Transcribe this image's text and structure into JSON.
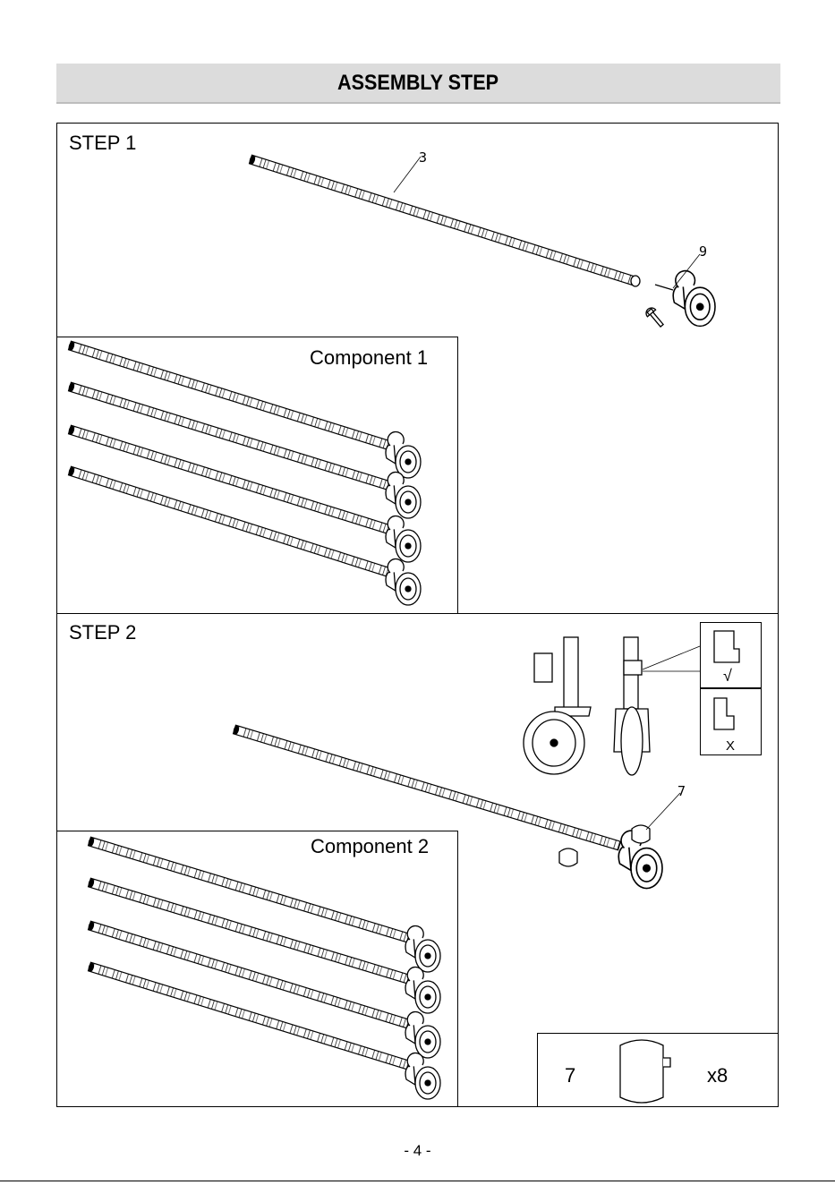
{
  "header": {
    "title": "ASSEMBLY STEP"
  },
  "step1": {
    "title": "STEP 1",
    "callout_rod": "3",
    "callout_bolt": "9",
    "component_label": "Component 1"
  },
  "step2": {
    "title": "STEP 2",
    "callout_clip": "7",
    "component_label": "Component 2",
    "check_mark": "√",
    "cross_mark": "X"
  },
  "parts_box": {
    "part_number": "7",
    "quantity": "x8"
  },
  "footer": {
    "page": "- 4 -"
  }
}
